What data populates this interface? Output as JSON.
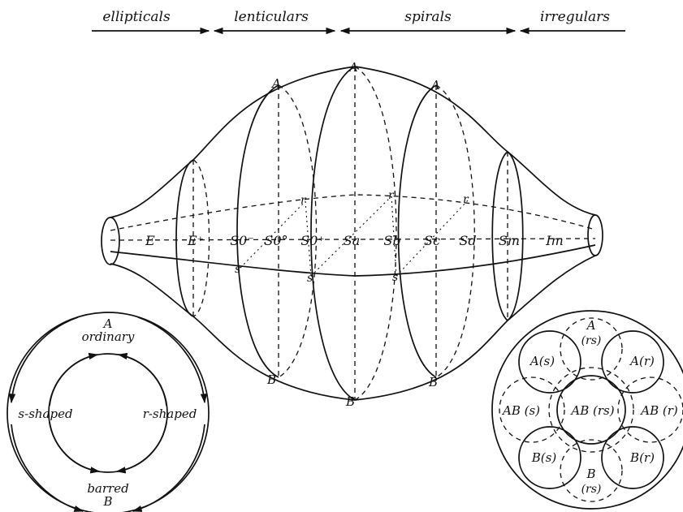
{
  "categories": {
    "ellipticals": "ellipticals",
    "lenticulars": "lenticulars",
    "spirals": "spirals",
    "irregulars": "irregulars"
  },
  "axis_types": {
    "E": "E",
    "E_plus": "E⁺",
    "S0_minus": "S0⁻",
    "S0_zero": "S0°",
    "S0_plus": "S0⁺",
    "Sa": "Sa",
    "Sb": "Sb",
    "Sc": "Sc",
    "Sd": "Sd",
    "Sm": "Sm",
    "Im": "Im"
  },
  "section_letters": {
    "A": "A",
    "B": "B",
    "r": "r",
    "s": "s"
  },
  "family_circle": {
    "top_letter": "A",
    "top_word": "ordinary",
    "left": "s-shaped",
    "right": "r-shaped",
    "bottom_word": "barred",
    "bottom_letter": "B"
  },
  "variety_circle": {
    "top": "A",
    "top_sub": "(rs)",
    "upper_left": "A(s)",
    "upper_right": "A(r)",
    "mid_left": "AB (s)",
    "center": "AB (rs)",
    "mid_right": "AB (r)",
    "lower_left": "B(s)",
    "lower_right": "B(r)",
    "bottom": "B",
    "bottom_sub": "(rs)"
  }
}
